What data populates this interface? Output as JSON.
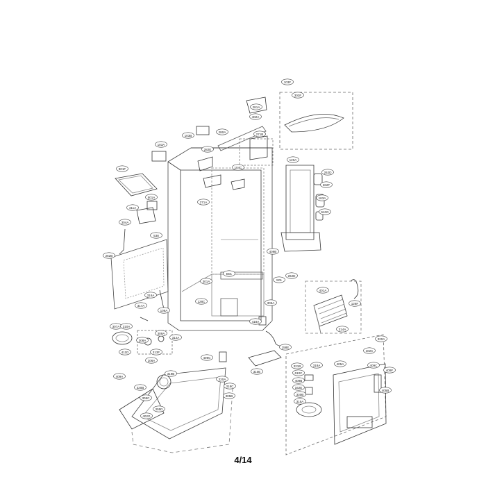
{
  "page_number": "4/14",
  "callouts": [
    {
      "id": "281A"
    },
    {
      "id": "402A"
    },
    {
      "id": "103F"
    },
    {
      "id": "303F"
    },
    {
      "id": "280A"
    },
    {
      "id": "103B"
    },
    {
      "id": "271B"
    },
    {
      "id": "282E"
    },
    {
      "id": "103A"
    },
    {
      "id": "104C"
    },
    {
      "id": "901F"
    },
    {
      "id": "271A"
    },
    {
      "id": "120A"
    },
    {
      "id": "262D"
    },
    {
      "id": "262F"
    },
    {
      "id": "163A"
    },
    {
      "id": "610G"
    },
    {
      "id": "501A"
    },
    {
      "id": "411A"
    },
    {
      "id": "304A"
    },
    {
      "id": "538"
    },
    {
      "id": "262B"
    },
    {
      "id": "409B"
    },
    {
      "id": "B01"
    },
    {
      "id": "S01"
    },
    {
      "id": "262D"
    },
    {
      "id": "301A"
    },
    {
      "id": "401A"
    },
    {
      "id": "128F"
    },
    {
      "id": "128C"
    },
    {
      "id": "305A"
    },
    {
      "id": "316A"
    },
    {
      "id": "317A"
    },
    {
      "id": "106A"
    },
    {
      "id": "418A"
    },
    {
      "id": "314A"
    },
    {
      "id": "307A"
    },
    {
      "id": "310A"
    },
    {
      "id": "309A"
    },
    {
      "id": "308A"
    },
    {
      "id": "312A"
    },
    {
      "id": "411D"
    },
    {
      "id": "313F"
    },
    {
      "id": "106A"
    },
    {
      "id": "409C"
    },
    {
      "id": "158E"
    },
    {
      "id": "310E"
    },
    {
      "id": "102C"
    },
    {
      "id": "320A"
    },
    {
      "id": "321B"
    },
    {
      "id": "409A"
    },
    {
      "id": "319B"
    },
    {
      "id": "320B"
    },
    {
      "id": "305C"
    },
    {
      "id": "320A"
    },
    {
      "id": "318C"
    },
    {
      "id": "318A"
    },
    {
      "id": "405A"
    },
    {
      "id": "409C"
    },
    {
      "id": "610C"
    },
    {
      "id": "409B"
    },
    {
      "id": "409F"
    },
    {
      "id": "162E"
    },
    {
      "id": "330B"
    },
    {
      "id": "405B"
    },
    {
      "id": "315A"
    },
    {
      "id": "305B"
    },
    {
      "id": "305D"
    },
    {
      "id": "402G"
    }
  ]
}
